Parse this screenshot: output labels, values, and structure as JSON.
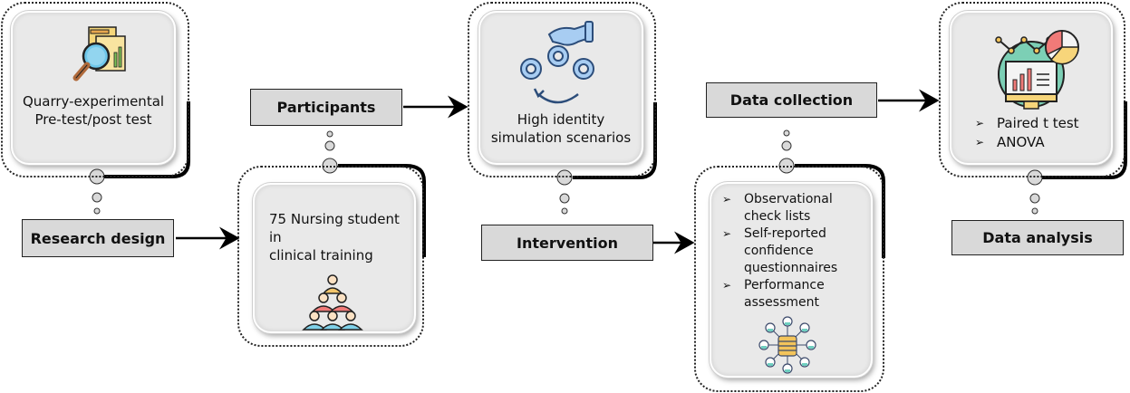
{
  "diagram": {
    "steps": [
      {
        "id": "research-design",
        "label": "Research design",
        "icon": "magnifier-report-icon",
        "card_lines": [
          "Quarry-experimental",
          "Pre-test/post test"
        ]
      },
      {
        "id": "participants",
        "label": "Participants",
        "icon": "people-pyramid-icon",
        "card_lines": [
          "75 Nursing student in",
          "clinical training"
        ]
      },
      {
        "id": "intervention",
        "label": "Intervention",
        "icon": "hand-gears-icon",
        "card_lines": [
          "High identity",
          "simulation scenarios"
        ]
      },
      {
        "id": "data-collection",
        "label": "Data collection",
        "icon": "database-network-icon",
        "card_bullets": [
          "Observational check lists",
          "Self-reported confidence questionnaires",
          "Performance assessment"
        ]
      },
      {
        "id": "data-analysis",
        "label": "Data analysis",
        "icon": "monitor-analytics-icon",
        "card_bullets": [
          "Paired t test",
          "ANOVA"
        ]
      }
    ],
    "bullet_glyph": "➢",
    "colors": {
      "label_fill": "#d9d9d9",
      "card_fill": "#e9e9e9",
      "connector": "#000000",
      "bubble_fill": "#d9d9d9"
    }
  }
}
